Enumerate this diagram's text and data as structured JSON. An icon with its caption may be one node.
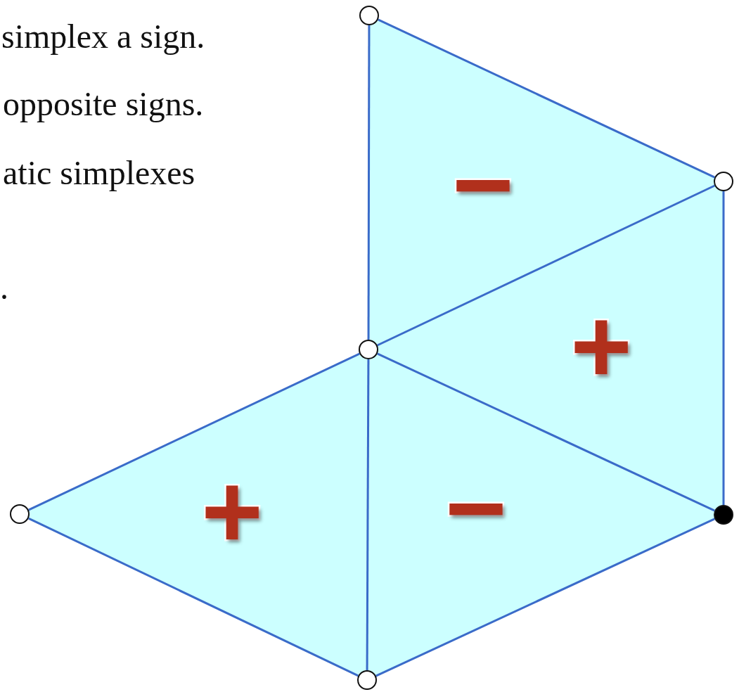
{
  "diagram": {
    "nodes": [
      {
        "text": [],
        "shape": "circle"
      },
      {
        "text": [
          "−"
        ]
      },
      {
        "text": [],
        "shape": "circle"
      },
      {
        "text": [],
        "shape": "circle"
      },
      {
        "text": [
          "+"
        ]
      },
      {
        "text": [],
        "shape": "circle"
      },
      {
        "text": [
          "+"
        ]
      },
      {
        "text": [
          "−"
        ]
      },
      {
        "text": [],
        "shape": "dot"
      },
      {
        "text": [],
        "shape": "circle"
      }
    ],
    "edges": [
      {
        "from": 0,
        "to": 2,
        "arrow": "none"
      },
      {
        "from": 0,
        "to": 3,
        "arrow": "none"
      },
      {
        "from": 2,
        "to": 3,
        "arrow": "none"
      },
      {
        "from": 2,
        "to": 8,
        "arrow": "none"
      },
      {
        "from": 3,
        "to": 8,
        "arrow": "none"
      },
      {
        "from": 3,
        "to": 5,
        "arrow": "none"
      },
      {
        "from": 3,
        "to": 9,
        "arrow": "none"
      },
      {
        "from": 5,
        "to": 9,
        "arrow": "none"
      },
      {
        "from": 8,
        "to": 9,
        "arrow": "none"
      }
    ],
    "labels": [
      "simplex a sign.",
      "opposite signs.",
      "atic simplexes",
      "."
    ]
  }
}
